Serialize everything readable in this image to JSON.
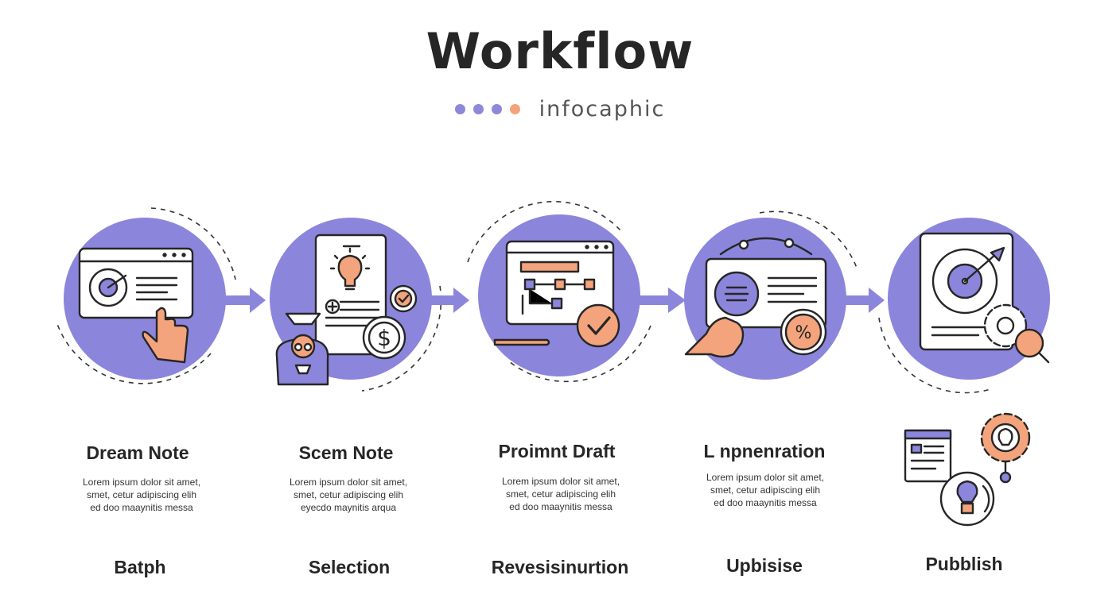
{
  "header": {
    "title": "Workflow",
    "subtitle": "infocaphic",
    "dots": [
      "#8f87d8",
      "#8f87d8",
      "#8f87d8",
      "#f3a47c"
    ]
  },
  "colors": {
    "circle": "#8c85dc",
    "accent": "#f3a47c",
    "ink": "#262626",
    "paper": "#ffffff"
  },
  "steps": [
    {
      "title": "Dream Note",
      "desc": [
        "Lorem ipsum dolor sit amet,",
        "smet, cetur adipiscing elih",
        "ed doo maaynitis messa"
      ],
      "label": "Batph",
      "icons": [
        "browser-window-icon",
        "pie-chart-icon",
        "pointing-hand-icon"
      ]
    },
    {
      "title": "Scem Note",
      "desc": [
        "Lorem ipsum dolor sit amet,",
        "smet, cetur adipiscing elih",
        "eyecdo maynitis arqua"
      ],
      "label": "Selection",
      "icons": [
        "lightbulb-icon",
        "document-icon",
        "dollar-coin-icon",
        "checkmark-badge-icon",
        "person-icon"
      ]
    },
    {
      "title": "Proimnt Draft",
      "desc": [
        "Lorem ipsum dolor sit amet,",
        "smet, cetur adipiscing elih",
        "ed doo maaynitis messa"
      ],
      "label": "Revesisinurtion",
      "icons": [
        "browser-window-icon",
        "flowchart-icon",
        "checkmark-badge-icon",
        "pencil-icon"
      ]
    },
    {
      "title": "L npnenration",
      "desc": [
        "Lorem ipsum dolor sit amet,",
        "smet, cetur adipiscing elih",
        "ed doo maaynitis messa"
      ],
      "label": "Upbisise",
      "icons": [
        "browser-window-icon",
        "percent-badge-icon",
        "hand-icon"
      ]
    },
    {
      "title": "",
      "desc": [],
      "label": "Pubblish",
      "icons": [
        "target-icon",
        "gear-icon",
        "magnifier-icon",
        "lightbulb-icon"
      ]
    }
  ]
}
